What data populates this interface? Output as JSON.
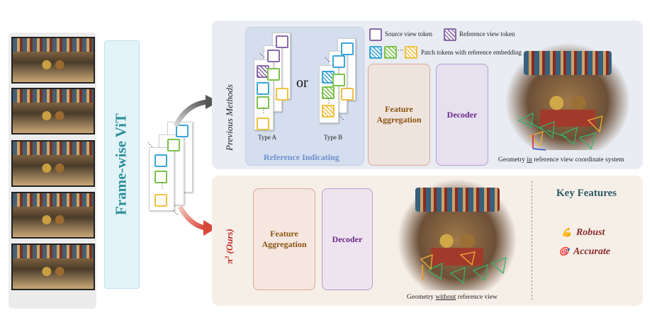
{
  "backbone_label": "Frame-wise ViT",
  "previous_methods": {
    "label": "Previous Methods",
    "reference_indicating": "Reference Indicating",
    "or_text": "or",
    "type_a": "Type A",
    "type_b": "Type B",
    "feature_aggregation": "Feature Aggregation",
    "decoder": "Decoder",
    "geometry_caption": {
      "before": "Geometry ",
      "underlined": "in",
      "after": " reference view coordinate system"
    }
  },
  "legend": {
    "source_view": "Source view token",
    "reference_view": "Reference view token",
    "patch_tokens": "Patch tokens with reference embedding",
    "patch_dots": "···"
  },
  "ours": {
    "label_pi": "π",
    "label_sup": "3",
    "label_rest": " (Ours)",
    "feature_aggregation": "Feature Aggregation",
    "decoder": "Decoder",
    "geometry_caption": {
      "before": "Geometry ",
      "underlined": "without",
      "after": " reference view"
    }
  },
  "key_features": {
    "title": "Key Features",
    "items": [
      {
        "icon": "💪",
        "label": "Robust"
      },
      {
        "icon": "🎯",
        "label": "Accurate"
      }
    ]
  },
  "colors": {
    "backbone_teal": "#2e8f9b",
    "previous_panel": "#e9ecf2",
    "ours_panel": "#f6efe8",
    "feature_text": "#8a5410",
    "decoder_text": "#6a2a8a",
    "reference_blue": "#6c8fd0",
    "key_title": "#2a5a66",
    "feature_item": "#8a2a2a"
  }
}
